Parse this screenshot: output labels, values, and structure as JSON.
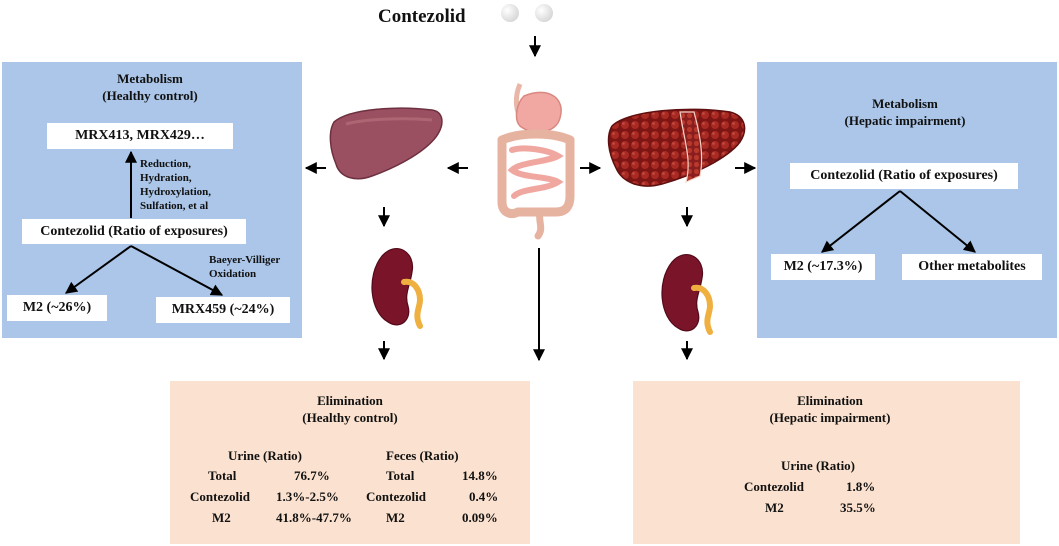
{
  "drug": {
    "name": "Contezolid"
  },
  "healthy_metabolism": {
    "title": "Metabolism",
    "subtitle": "(Healthy control)",
    "top_metabolites": "MRX413, MRX429…",
    "reactions": [
      "Reduction,",
      "Hydration,",
      "Hydroxylation,",
      "Sulfation, et al"
    ],
    "parent": "Contezolid (Ratio of exposures)",
    "oxidation_label": [
      "Baeyer-Villiger",
      "Oxidation"
    ],
    "m2": "M2 (~26%)",
    "mrx459": "MRX459 (~24%)"
  },
  "hepatic_metabolism": {
    "title": "Metabolism",
    "subtitle": "(Hepatic impairment)",
    "parent": "Contezolid (Ratio of exposures)",
    "m2": "M2 (~17.3%)",
    "other": "Other metabolites"
  },
  "healthy_elimination": {
    "title": "Elimination",
    "subtitle": "(Healthy control)",
    "urine_header": "Urine (Ratio)",
    "feces_header": "Feces (Ratio)",
    "urine_rows": [
      {
        "label": "Total",
        "value": "76.7%"
      },
      {
        "label": "Contezolid",
        "value": "1.3%-2.5%"
      },
      {
        "label": "M2",
        "value": "41.8%-47.7%"
      }
    ],
    "feces_rows": [
      {
        "label": "Total",
        "value": "14.8%"
      },
      {
        "label": "Contezolid",
        "value": "0.4%"
      },
      {
        "label": "M2",
        "value": "0.09%"
      }
    ]
  },
  "hepatic_elimination": {
    "title": "Elimination",
    "subtitle": "(Hepatic impairment)",
    "urine_header": "Urine (Ratio)",
    "rows": [
      {
        "label": "Contezolid",
        "value": "1.8%"
      },
      {
        "label": "M2",
        "value": "35.5%"
      }
    ]
  },
  "colors": {
    "blue_panel": "#abc6e8",
    "peach_panel": "#fbe1cf",
    "liver_healthy": "#9a5060",
    "liver_cirrhotic": "#8e1a1a",
    "kidney": "#7a1428",
    "ureter": "#f0b040"
  }
}
